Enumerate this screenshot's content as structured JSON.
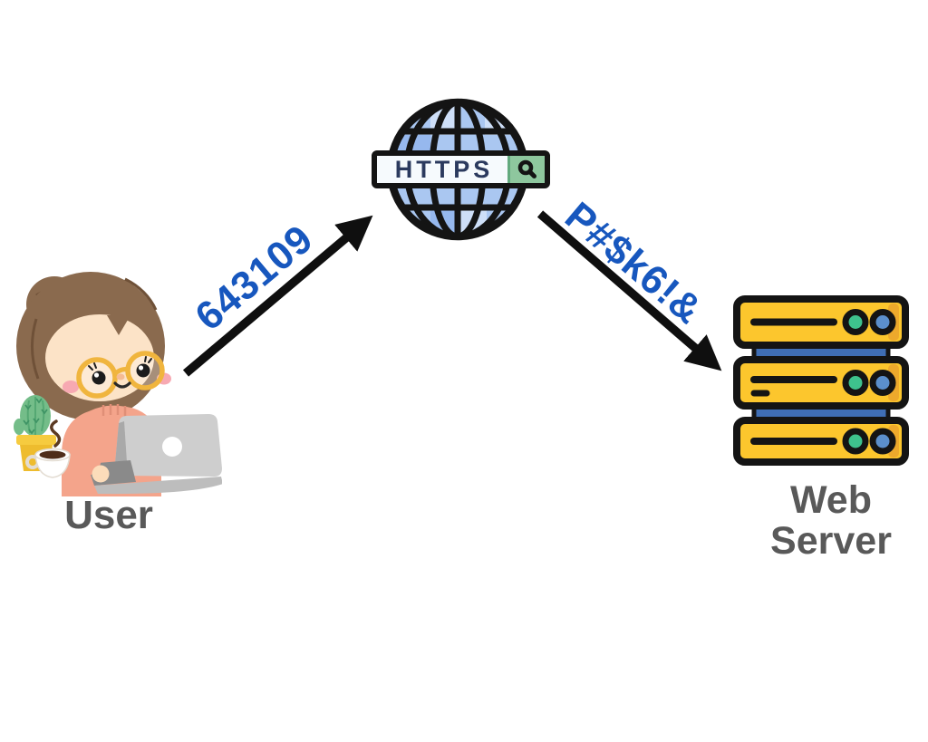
{
  "diagram": {
    "nodes": {
      "user": {
        "label": "User",
        "icon": "woman-laptop-icon"
      },
      "internet": {
        "label": "HTTPS",
        "icon": "globe-search-icon"
      },
      "server": {
        "label": "Web Server",
        "icon": "server-rack-icon"
      }
    },
    "edges": {
      "user_to_internet": {
        "from": "user",
        "to": "internet",
        "label": "643109"
      },
      "internet_to_server": {
        "from": "internet",
        "to": "server",
        "label": "P#$k6!&"
      }
    },
    "colors": {
      "edge_label_blue": "#1757be",
      "https_navy": "#2b3a5e",
      "node_label_gray": "#595959",
      "arrow_black": "#0f0f0f",
      "globe_blue": "#aac7f1",
      "globe_blue_light": "#cedff8",
      "search_green": "#8ec79e",
      "server_yellow": "#fcc62d",
      "server_bar_blue": "#3f6eb5",
      "led_green": "#3ec28d",
      "led_blue": "#5b8fcc"
    }
  }
}
